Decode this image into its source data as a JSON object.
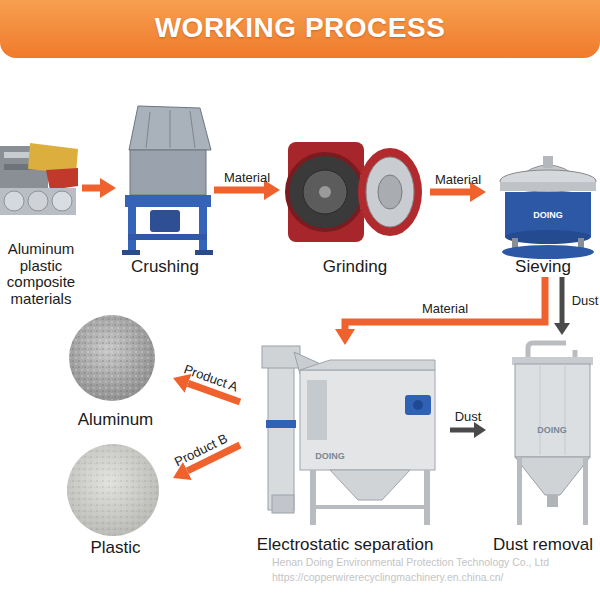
{
  "diagram": {
    "title": "WORKING PROCESS",
    "nodes": [
      {
        "text": [
          "Aluminum plastic composite materials"
        ]
      },
      {
        "text": [
          "Crushing"
        ]
      },
      {
        "text": [
          "Grinding"
        ]
      },
      {
        "text": [
          "Sieving"
        ]
      },
      {
        "text": [
          "Electrostatic separation"
        ]
      },
      {
        "text": [
          "Dust removal"
        ]
      },
      {
        "text": [
          "Aluminum"
        ]
      },
      {
        "text": [
          "Plastic"
        ]
      }
    ],
    "edges": [
      {
        "from": 0,
        "to": 1,
        "arrow": "to"
      },
      {
        "from": 1,
        "to": 2,
        "label": "Material",
        "arrow": "to"
      },
      {
        "from": 2,
        "to": 3,
        "label": "Material",
        "arrow": "to"
      },
      {
        "from": 3,
        "to": 4,
        "label": "Material",
        "arrow": "to"
      },
      {
        "from": 3,
        "to": 5,
        "label": "Dust",
        "arrow": "to"
      },
      {
        "from": 4,
        "to": 5,
        "label": "Dust",
        "arrow": "to"
      },
      {
        "from": 4,
        "to": 6,
        "label": "Product A",
        "arrow": "to"
      },
      {
        "from": 4,
        "to": 7,
        "label": "Product B",
        "arrow": "to"
      }
    ],
    "labels": [
      "DOING",
      "DOING",
      "DOING",
      "Henan Doing Environmental Protection Technology Co., Ltd",
      "https://copperwirerecyclingmachinery.en.china.cn/"
    ]
  }
}
